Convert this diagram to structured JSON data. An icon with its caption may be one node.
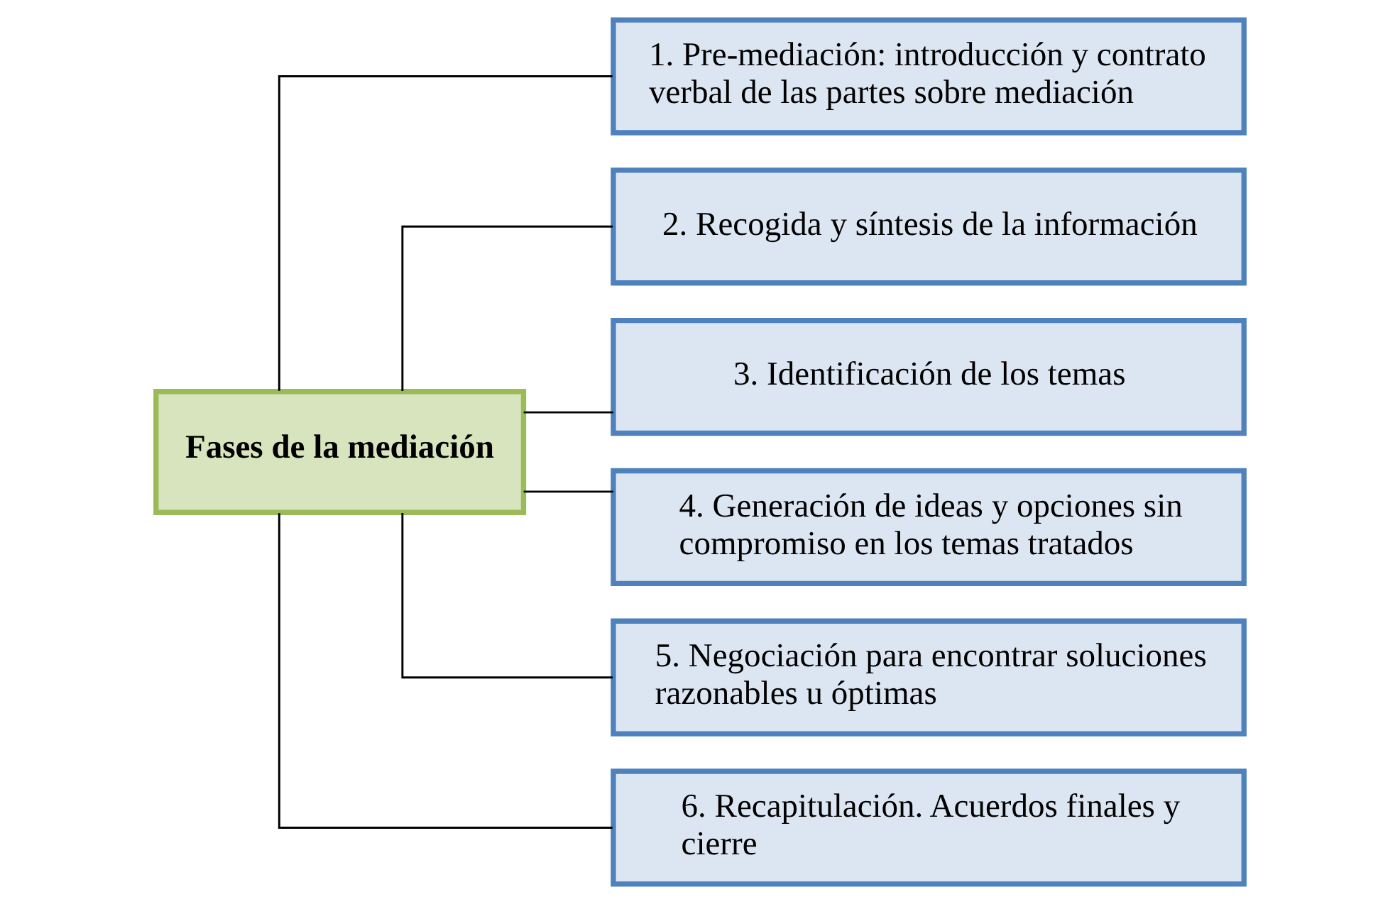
{
  "diagram": {
    "nodes": [
      {
        "text": [
          "Fases de la mediación"
        ]
      },
      {
        "text": [
          "1. Pre-mediación: introducción y contrato verbal de las partes sobre mediación"
        ]
      },
      {
        "text": [
          "2. Recogida y síntesis de la información"
        ]
      },
      {
        "text": [
          "3. Identificación de los temas"
        ]
      },
      {
        "text": [
          "4. Generación de ideas y opciones sin compromiso en los temas tratados"
        ]
      },
      {
        "text": [
          "5. Negociación para encontrar soluciones razonables u óptimas"
        ]
      },
      {
        "text": [
          "6. Recapitulación. Acuerdos finales y cierre"
        ]
      }
    ],
    "edges": [
      {
        "from": 0,
        "to": 1,
        "arrow": "none"
      },
      {
        "from": 0,
        "to": 2,
        "arrow": "none"
      },
      {
        "from": 0,
        "to": 3,
        "arrow": "none"
      },
      {
        "from": 0,
        "to": 4,
        "arrow": "none"
      },
      {
        "from": 0,
        "to": 5,
        "arrow": "none"
      },
      {
        "from": 0,
        "to": 6,
        "arrow": "none"
      }
    ]
  }
}
